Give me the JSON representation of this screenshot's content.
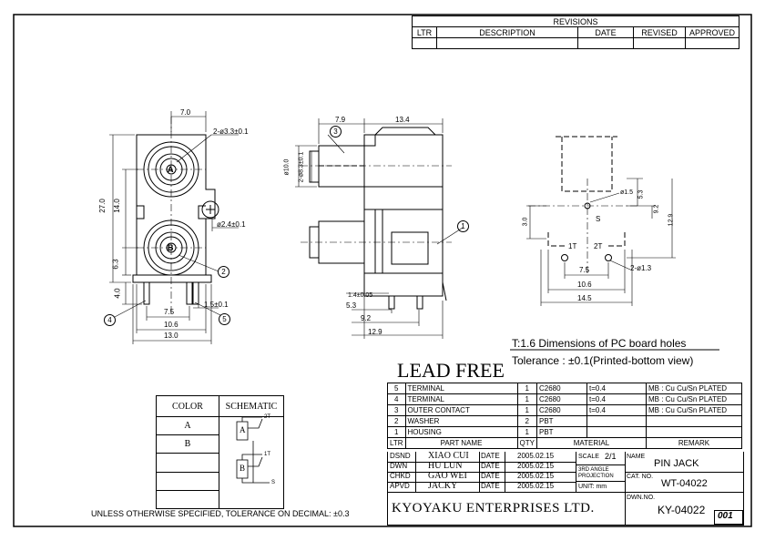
{
  "revisions": {
    "title": "REVISIONS",
    "headers": [
      "LTR",
      "DESCRIPTION",
      "DATE",
      "REVISED",
      "APPROVED"
    ]
  },
  "dims": {
    "front_w7": "7.0",
    "front_hole": "2-ø3.3±0.1",
    "front_27": "27.0",
    "front_14": "14.0",
    "front_pin": "ø2.4±0.1",
    "front_63": "6.3",
    "front_4": "4.0",
    "front_75": "7.5",
    "front_15": "1.5±0.1",
    "front_106": "10.6",
    "front_13": "13.0",
    "side_79": "7.9",
    "side_134": "13.4",
    "side_d10": "ø10.0",
    "side_d83": "2-ø8.3±0.1",
    "side_14": "1.4±0.05",
    "side_53": "5.3",
    "side_92": "9.2",
    "side_129": "12.9",
    "pcb_15": "ø1.5",
    "pcb_53": "5.3",
    "pcb_92": "9.2",
    "pcb_129": "12.9",
    "pcb_3": "3.0",
    "pcb_75": "7.5",
    "pcb_106": "10.6",
    "pcb_145": "14.5",
    "pcb_13": "2-ø1.3",
    "lbl_s": "S",
    "lbl_1t": "1T",
    "lbl_2t": "2T",
    "bal_1": "1",
    "bal_2": "2",
    "bal_3": "3",
    "bal_4": "4",
    "bal_5": "5",
    "jack_a": "A",
    "jack_b": "B"
  },
  "notes": {
    "pcb_title": "T:1.6 Dimensions of PC board holes",
    "tolerance": "Tolerance : ±0.1(Printed-bottom view)",
    "lead_free": "LEAD FREE",
    "general_tol": "UNLESS OTHERWISE SPECIFIED, TOLERANCE ON DECIMAL: ±0.3"
  },
  "legend": {
    "col_color": "COLOR",
    "col_schematic": "SCHEMATIC",
    "row_a": "A",
    "row_b": "B",
    "sch_a": "A",
    "sch_b": "B",
    "sch_2t": "2T",
    "sch_1t": "1T",
    "sch_s": "S"
  },
  "bom": {
    "rows": [
      [
        "5",
        "TERMINAL",
        "1",
        "C2680",
        "t=0.4",
        "MB : Cu   Cu/Sn   PLATED"
      ],
      [
        "4",
        "TERMINAL",
        "1",
        "C2680",
        "t=0.4",
        "MB : Cu   Cu/Sn   PLATED"
      ],
      [
        "3",
        "OUTER CONTACT",
        "1",
        "C2680",
        "t=0.4",
        "MB : Cu   Cu/Sn   PLATED"
      ],
      [
        "2",
        "WASHER",
        "2",
        "PBT",
        "",
        ""
      ],
      [
        "1",
        "HOUSING",
        "1",
        "PBT",
        "",
        ""
      ]
    ],
    "header": {
      "ltr": "LTR",
      "part": "PART NAME",
      "qty": "QTY",
      "material": "MATERIAL",
      "remark": "REMARK"
    }
  },
  "titleblock": {
    "dsnd": "DSND",
    "dsnd_name": "XIAO CUI",
    "dwn": "DWN",
    "dwn_name": "HU LUN",
    "chkd": "CHKD",
    "chkd_name": "GAO WEI",
    "apvd": "APVD",
    "apvd_name": "JACKY",
    "date_lbl": "DATE",
    "date": "2005.02.15",
    "scale_lbl": "SCALE",
    "scale": "2/1",
    "proj1": "3RD ANGLE",
    "proj2": "PROJECTION",
    "unit": "UNIT: mm",
    "name_lbl": "NAME",
    "name": "PIN JACK",
    "cat_lbl": "CAT. NO.",
    "cat": "WT-04022",
    "company": "KYOYAKU ENTERPRISES LTD.",
    "dwn_no_lbl": "DWN.NO.",
    "dwn_no": "KY-04022",
    "sheet": "001"
  }
}
